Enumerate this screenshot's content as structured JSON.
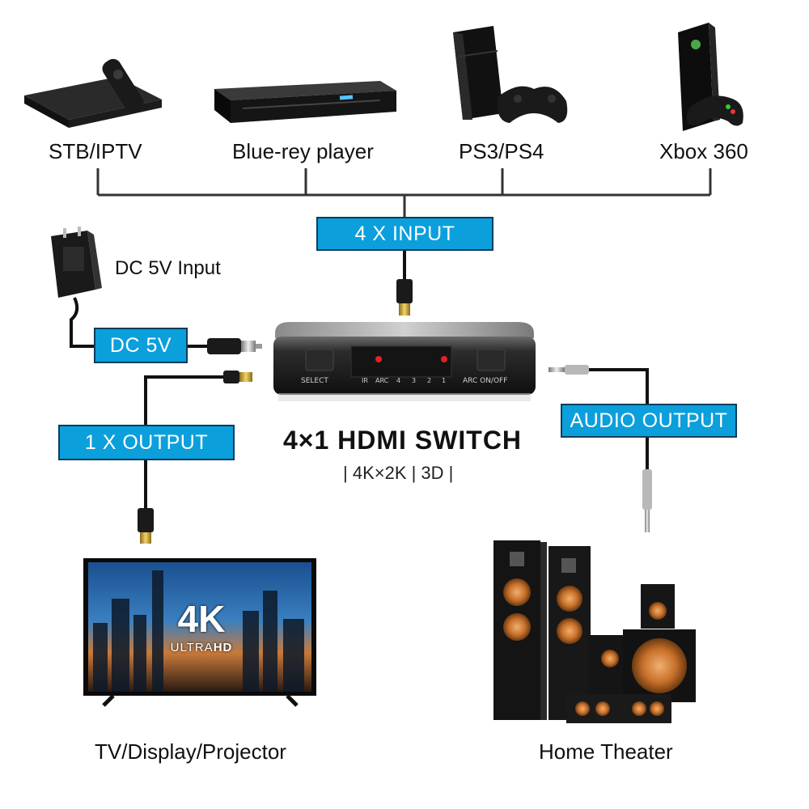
{
  "devices": {
    "stb": "STB/IPTV",
    "bluray": "Blue-rey player",
    "ps": "PS3/PS4",
    "xbox": "Xbox 360",
    "tv": "TV/Display/Projector",
    "theater": "Home Theater"
  },
  "boxes": {
    "input": "4 X INPUT",
    "dc": "DC 5V",
    "output": "1 X OUTPUT",
    "audio": "AUDIO OUTPUT"
  },
  "power_label": "DC 5V Input",
  "product": {
    "title": "4×1 HDMI SWITCH",
    "subtitle": "| 4K×2K | 3D |"
  },
  "panel": {
    "select": "SELECT",
    "ir": "IR",
    "arc": "ARC",
    "p4": "4",
    "p3": "3",
    "p2": "2",
    "p1": "1",
    "arc_onoff": "ARC ON/OFF"
  },
  "tv_screen": {
    "big": "4K",
    "small_thin": "ULTRA",
    "small_bold": "HD"
  },
  "colors": {
    "accent": "#0b9fdc",
    "box_border": "#0a3d5c",
    "led": "#e32222",
    "speaker_cone": "#c8702a"
  }
}
